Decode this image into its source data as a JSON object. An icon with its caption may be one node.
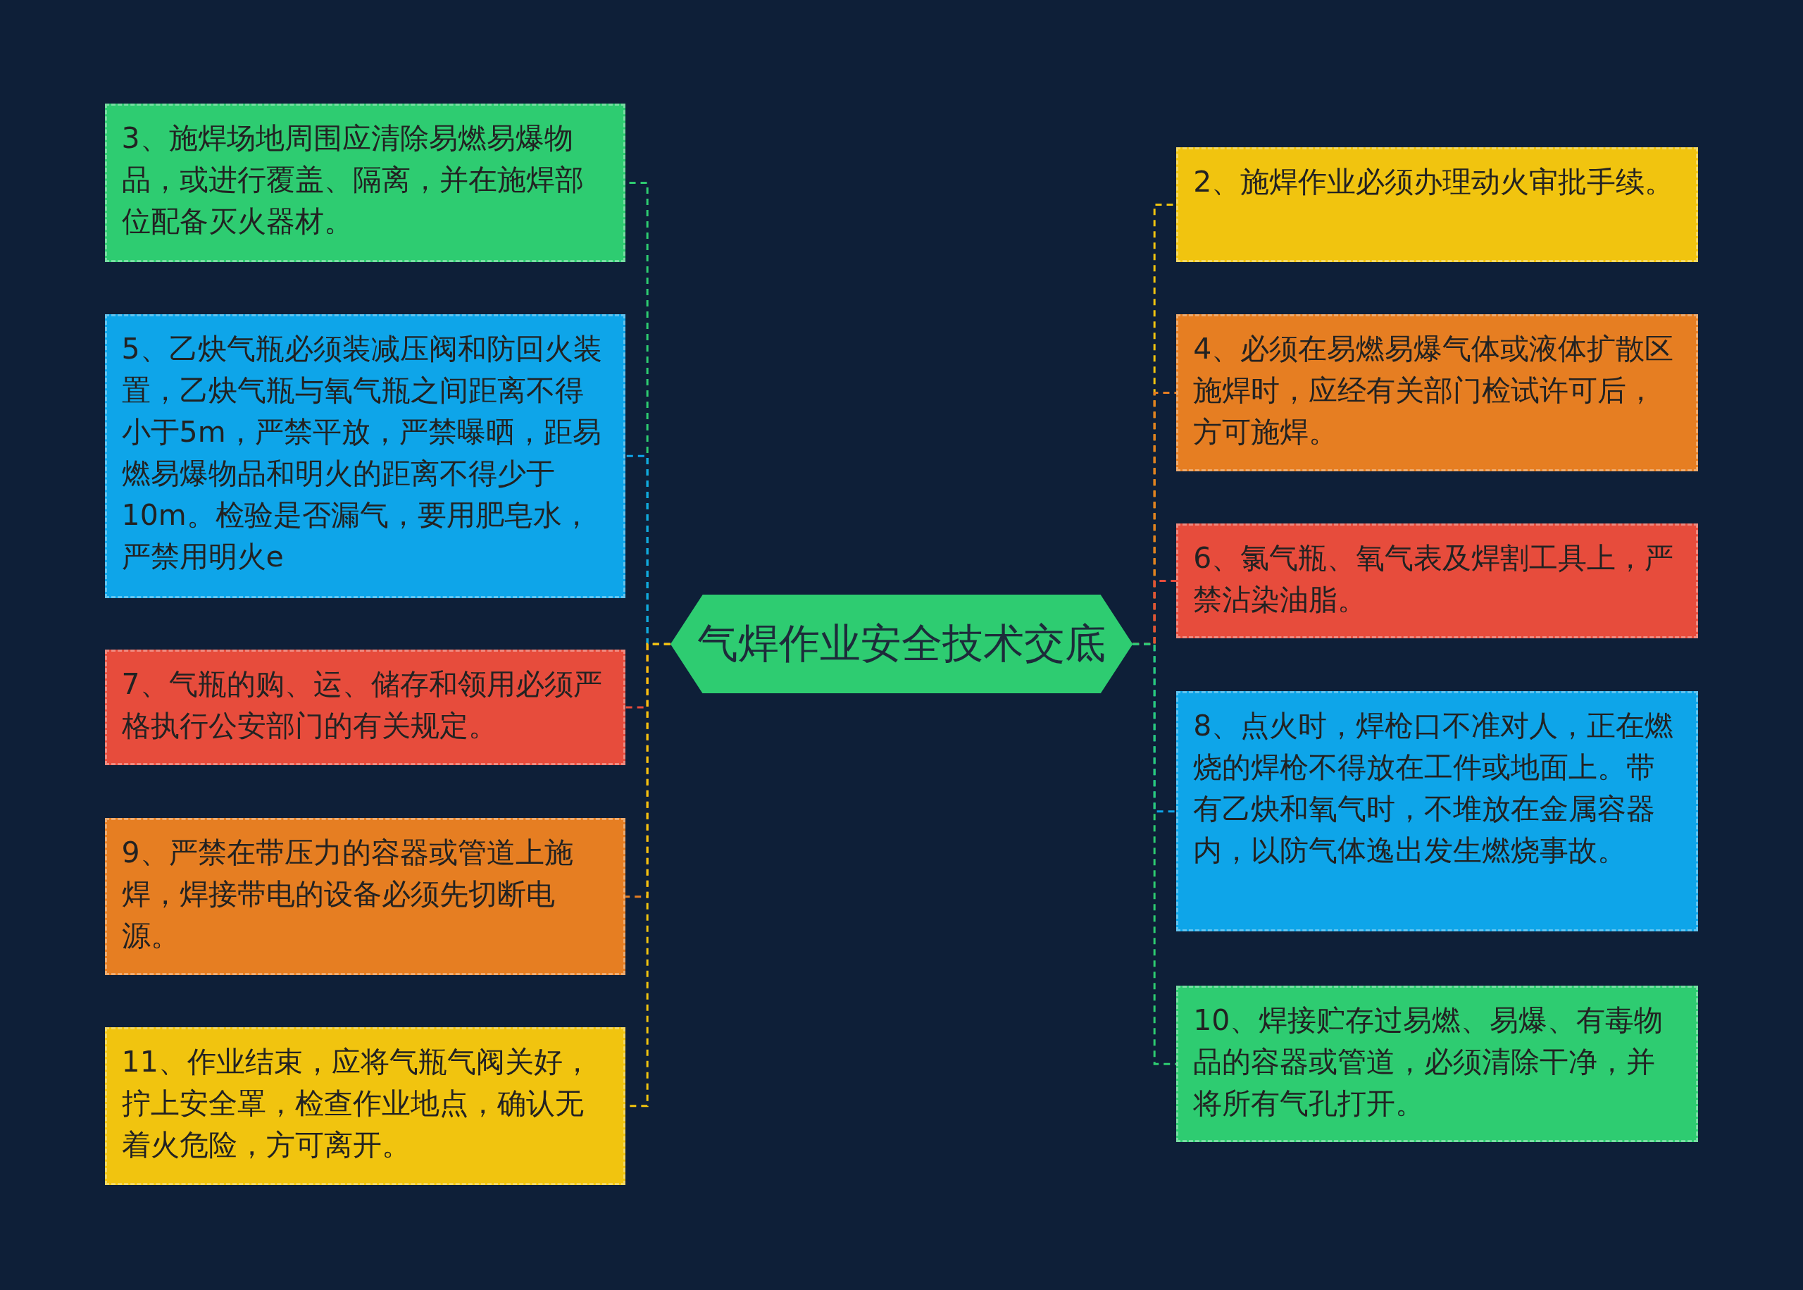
{
  "diagram": {
    "nodes": [
      {
        "text": [
          "气焊作业安全技术交底"
        ]
      },
      {
        "text": [
          "3、施焊场地周围应清除易燃易爆物品，或进行覆盖、隔离，并在施焊部位配备灭火器材。"
        ]
      },
      {
        "text": [
          "5、乙炔气瓶必须装减压阀和防回火装置，乙炔气瓶与氧气瓶之间距离不得小于5m，严禁平放，严禁曝晒，距易燃易爆物品和明火的距离不得少于10m。检验是否漏气，要用肥皂水，严禁用明火e"
        ]
      },
      {
        "text": [
          "7、气瓶的购、运、储存和领用必须严格执行公安部门的有关规定。"
        ]
      },
      {
        "text": [
          "9、严禁在带压力的容器或管道上施焊，焊接带电的设备必须先切断电源。"
        ]
      },
      {
        "text": [
          "11、作业结束，应将气瓶气阀关好，拧上安全罩，检查作业地点，确认无着火危险，方可离开。"
        ]
      },
      {
        "text": [
          "2、施焊作业必须办理动火审批手续。"
        ]
      },
      {
        "text": [
          "4、必须在易燃易爆气体或液体扩散区施焊时，应经有关部门检试许可后，方可施焊。"
        ]
      },
      {
        "text": [
          "6、氯气瓶、氧气表及焊割工具上，严禁沾染油脂。"
        ]
      },
      {
        "text": [
          "8、点火时，焊枪口不准对人，正在燃烧的焊枪不得放在工件或地面上。带有乙炔和氧气时，不堆放在金属容器内，以防气体逸出发生燃烧事故。"
        ]
      },
      {
        "text": [
          "10、焊接贮存过易燃、易爆、有毒物品的容器或管道，必须清除干净，并将所有气孔打开。"
        ]
      }
    ],
    "edges": [
      {
        "from": 0,
        "to": 1,
        "arrow": "none",
        "style": "dashed",
        "color": "#2ecc71"
      },
      {
        "from": 0,
        "to": 2,
        "arrow": "none",
        "style": "dashed",
        "color": "#0ea5e9"
      },
      {
        "from": 0,
        "to": 3,
        "arrow": "none",
        "style": "dashed",
        "color": "#e74c3c"
      },
      {
        "from": 0,
        "to": 4,
        "arrow": "none",
        "style": "dashed",
        "color": "#e67e22"
      },
      {
        "from": 0,
        "to": 5,
        "arrow": "none",
        "style": "dashed",
        "color": "#f1c40f"
      },
      {
        "from": 0,
        "to": 6,
        "arrow": "none",
        "style": "dashed",
        "color": "#f1c40f"
      },
      {
        "from": 0,
        "to": 7,
        "arrow": "none",
        "style": "dashed",
        "color": "#e67e22"
      },
      {
        "from": 0,
        "to": 8,
        "arrow": "none",
        "style": "dashed",
        "color": "#e74c3c"
      },
      {
        "from": 0,
        "to": 9,
        "arrow": "none",
        "style": "dashed",
        "color": "#0ea5e9"
      },
      {
        "from": 0,
        "to": 10,
        "arrow": "none",
        "style": "dashed",
        "color": "#2ecc71"
      }
    ]
  }
}
